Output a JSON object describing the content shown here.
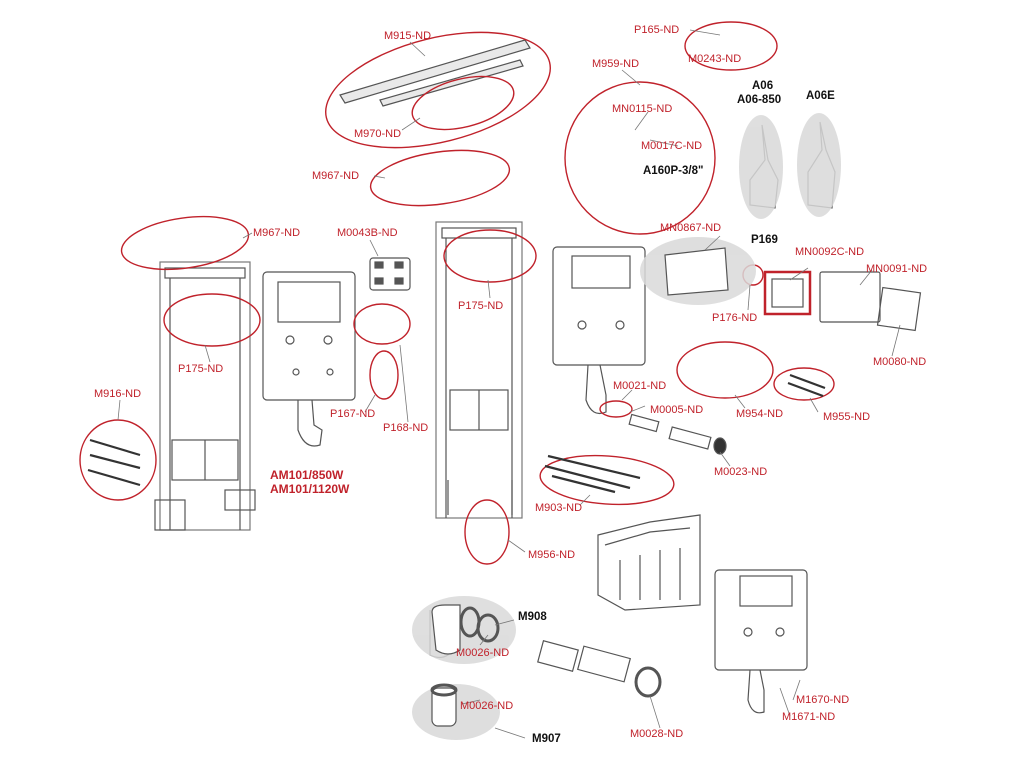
{
  "colors": {
    "accent": "#c0222b",
    "outline": "#555555",
    "shade": "#d9d9d9",
    "dark_label": "#111111"
  },
  "models": {
    "line1": "AM101/850W",
    "line2": "AM101/1120W"
  },
  "labels": {
    "m915": "M915-ND",
    "m970": "M970-ND",
    "m967_top": "M967-ND",
    "m967_left": "M967-ND",
    "m0043b": "M0043B-ND",
    "p165": "P165-ND",
    "m0243": "M0243-ND",
    "m959": "M959-ND",
    "mn0115": "MN0115-ND",
    "m0017c": "M0017C-ND",
    "a160p": "A160P-3/8\"",
    "a06": "A06",
    "a06_850": "A06-850",
    "a06e": "A06E",
    "p175_left": "P175-ND",
    "p175_mid": "P175-ND",
    "p167": "P167-ND",
    "p168": "P168-ND",
    "m916": "M916-ND",
    "mn0867": "MN0867-ND",
    "p169": "P169",
    "p176": "P176-ND",
    "mn0092c": "MN0092C-ND",
    "mn0091": "MN0091-ND",
    "m0080": "M0080-ND",
    "m0021": "M0021-ND",
    "m0005": "M0005-ND",
    "m0023": "M0023-ND",
    "m954": "M954-ND",
    "m955": "M955-ND",
    "m903": "M903-ND",
    "m956": "M956-ND",
    "m908": "M908",
    "m0026_top": "M0026-ND",
    "m0026_bottom": "M0026-ND",
    "m907": "M907",
    "m0028": "M0028-ND",
    "m1670": "M1670-ND",
    "m1671": "M1671-ND"
  }
}
